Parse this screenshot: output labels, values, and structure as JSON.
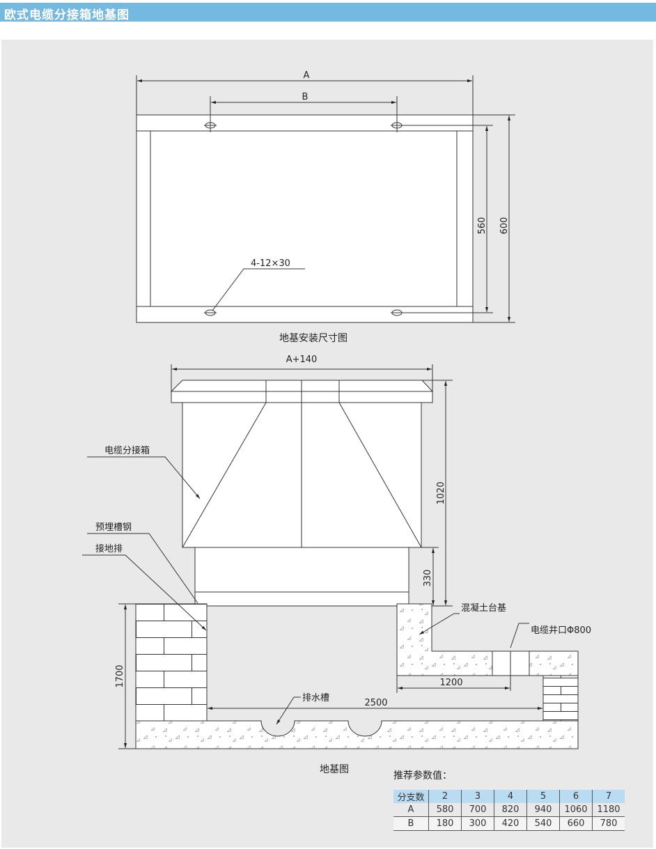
{
  "header": {
    "title": "欧式电缆分接箱地基图"
  },
  "plan_view": {
    "dim_a": "A",
    "dim_b": "B",
    "dim_inner": "560",
    "dim_outer": "600",
    "hole_spec": "4-12×30",
    "caption": "地基安装尺寸图"
  },
  "elevation": {
    "dim_top": "A+140",
    "label_box": "电缆分接箱",
    "label_channel": "预埋槽钢",
    "label_ground": "接地排",
    "label_concrete": "混凝土台基",
    "label_well": "电缆井口Φ800",
    "label_drain": "排水槽",
    "dim_1020": "1020",
    "dim_330": "330",
    "dim_1700": "1700",
    "dim_1200": "1200",
    "dim_2500": "2500",
    "caption": "地基图"
  },
  "params": {
    "title": "推荐参数值：",
    "header": [
      "分支数",
      "2",
      "3",
      "4",
      "5",
      "6",
      "7"
    ],
    "rows": [
      [
        "A",
        "580",
        "700",
        "820",
        "940",
        "1060",
        "1180"
      ],
      [
        "B",
        "180",
        "300",
        "420",
        "540",
        "660",
        "780"
      ]
    ]
  }
}
